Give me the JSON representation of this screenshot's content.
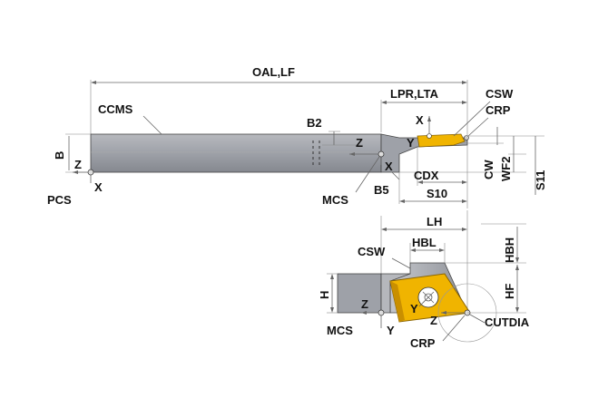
{
  "colors": {
    "shank": "#9ea1a8",
    "shank_dark": "#7c7f86",
    "shank_light": "#c4c6cb",
    "insert": "#f0b400",
    "insert_dark": "#b88400",
    "dim_line": "#666666",
    "text": "#111111"
  },
  "labels": {
    "oal_lf": "OAL,LF",
    "ccms": "CCMS",
    "b": "B",
    "z_pcs": "Z",
    "pcs": "PCS",
    "x_pcs": "X",
    "b2": "B2",
    "z_mcs_top": "Z",
    "mcs_top": "MCS",
    "x_mcs_top": "X",
    "b5": "B5",
    "lpr_lta": "LPR,LTA",
    "csw_top": "CSW",
    "crp_top": "CRP",
    "x_top": "X",
    "y_top": "Y",
    "cw": "CW",
    "wf2": "WF2",
    "s11": "S11",
    "cdx": "CDX",
    "s10": "S10",
    "lh": "LH",
    "hbl": "HBL",
    "hbh": "HBH",
    "csw_bottom": "CSW",
    "h": "H",
    "hf": "HF",
    "z_bottom": "Z",
    "mcs_bottom": "MCS",
    "y_bottom": "Y",
    "y_insert": "Y",
    "z_insert": "Z",
    "crp_bottom": "CRP",
    "cutdia": "CUTDIA"
  }
}
